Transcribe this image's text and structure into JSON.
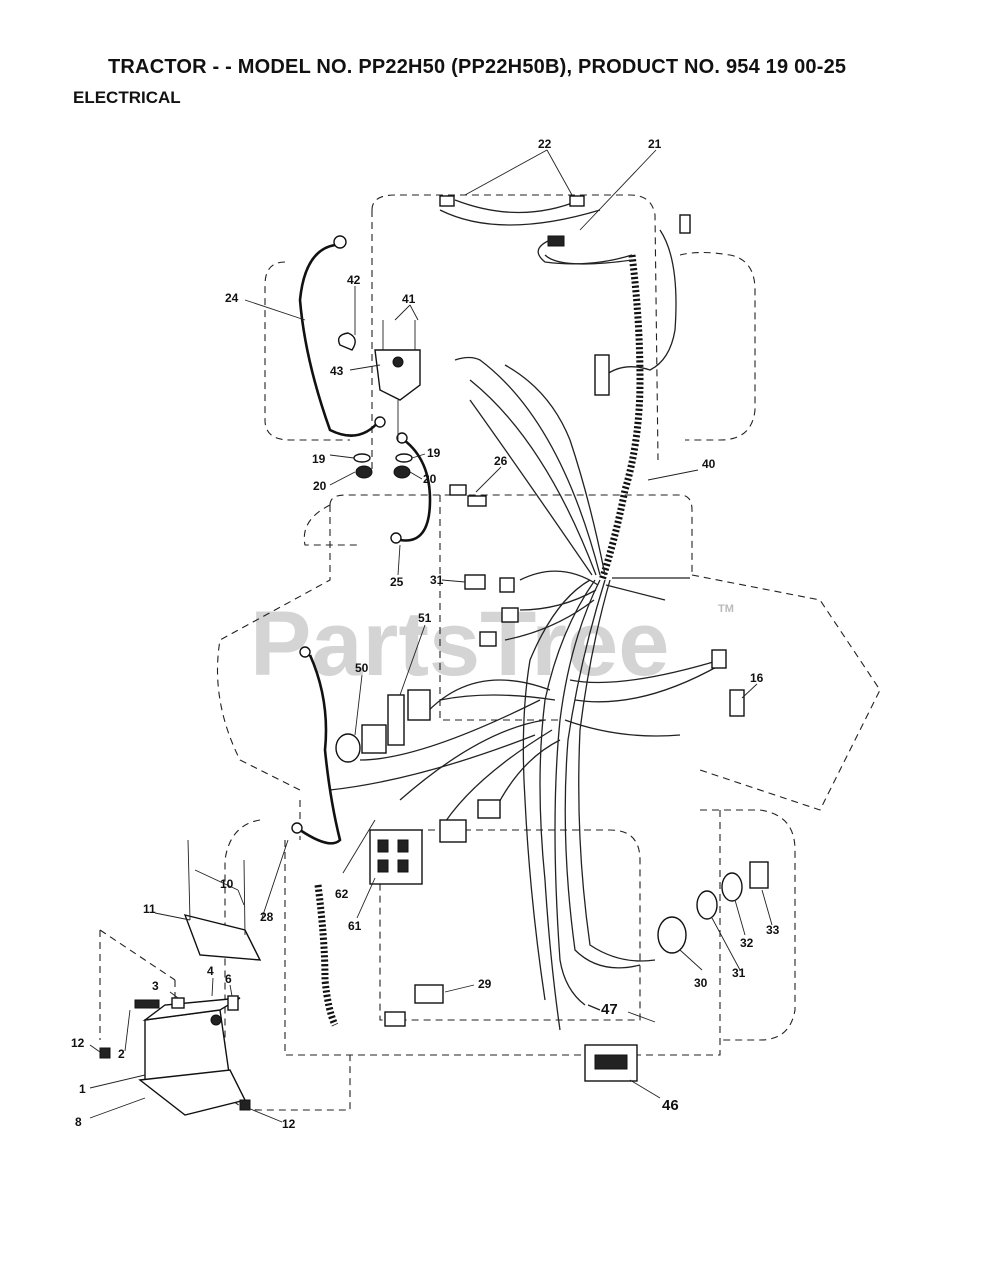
{
  "header": {
    "title": "TRACTOR - - MODEL NO. PP22H50 (PP22H50B), PRODUCT NO. 954 19 00-25",
    "subtitle": "ELECTRICAL"
  },
  "watermark": {
    "text": "PartsTree",
    "tm": "TM"
  },
  "callouts": {
    "c1": "1",
    "c2": "2",
    "c3": "3",
    "c4": "4",
    "c6": "6",
    "c8": "8",
    "c10": "10",
    "c11": "11",
    "c12a": "12",
    "c12b": "12",
    "c16": "16",
    "c19a": "19",
    "c19b": "19",
    "c20a": "20",
    "c20b": "20",
    "c21": "21",
    "c22": "22",
    "c24": "24",
    "c25": "25",
    "c26": "26",
    "c28": "28",
    "c29": "29",
    "c30": "30",
    "c31a": "31",
    "c31b": "31",
    "c32": "32",
    "c33": "33",
    "c40": "40",
    "c41": "41",
    "c42": "42",
    "c43": "43",
    "c46": "46",
    "c47": "47",
    "c50": "50",
    "c51": "51",
    "c61": "61",
    "c62": "62"
  }
}
